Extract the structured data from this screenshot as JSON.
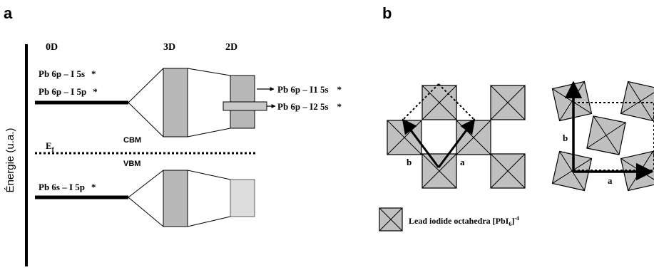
{
  "panels": {
    "a": {
      "letter": "a",
      "y_axis_label": "Énergie (u.a.)",
      "columns": {
        "zero_d": "0D",
        "three_d": "3D",
        "two_d": "2D"
      },
      "levels": {
        "pb6p_i5s": "Pb 6p – I 5s",
        "pb6p_i5s_star": "*",
        "pb6p_i5p": "Pb 6p – I 5p",
        "pb6p_i5p_star": "*",
        "pb6s_i5p": "Pb 6s – I 5p",
        "pb6s_i5p_star": "*",
        "pb6p_i1_5s": "Pb 6p – I1 5s",
        "pb6p_i1_5s_star": "*",
        "pb6p_i2_5s": "Pb 6p – I2 5s",
        "pb6p_i2_5s_star": "*"
      },
      "fermi": {
        "base": "E",
        "sub": "f"
      },
      "cbm": "CBM",
      "vbm": "VBM"
    },
    "b": {
      "letter": "b",
      "left_vectors": {
        "a": "a",
        "b": "b"
      },
      "right_vectors": {
        "a": "a",
        "b": "b"
      },
      "legend": {
        "text": "Lead iodide octahedra [PbI",
        "sub": "6",
        "sup": "]",
        "exponent": "-4"
      }
    }
  },
  "colors": {
    "fill": "#c0c0c0",
    "fill_light": "#d8d8d8",
    "ink": "#000000"
  }
}
